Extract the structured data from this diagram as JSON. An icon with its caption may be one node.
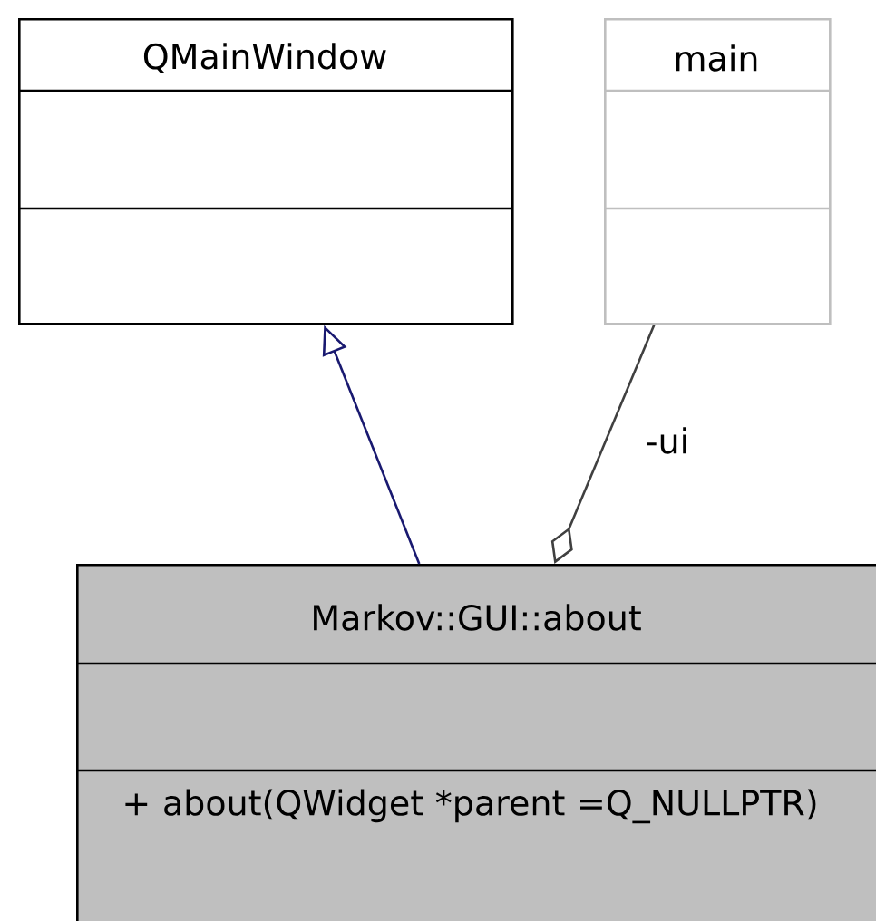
{
  "diagram": {
    "nodes": [
      {
        "text": [
          "QMainWindow"
        ]
      },
      {
        "text": [
          "main"
        ]
      },
      {
        "text": [
          "Markov::GUI::about",
          "+ about(QWidget *parent =Q_NULLPTR)"
        ]
      }
    ],
    "edges": [
      {
        "from": 2,
        "to": 0,
        "arrow": "to",
        "color": "#191970"
      },
      {
        "from": 1,
        "to": 2,
        "arrow": "other",
        "label": "-ui",
        "color": "#404040"
      }
    ]
  }
}
